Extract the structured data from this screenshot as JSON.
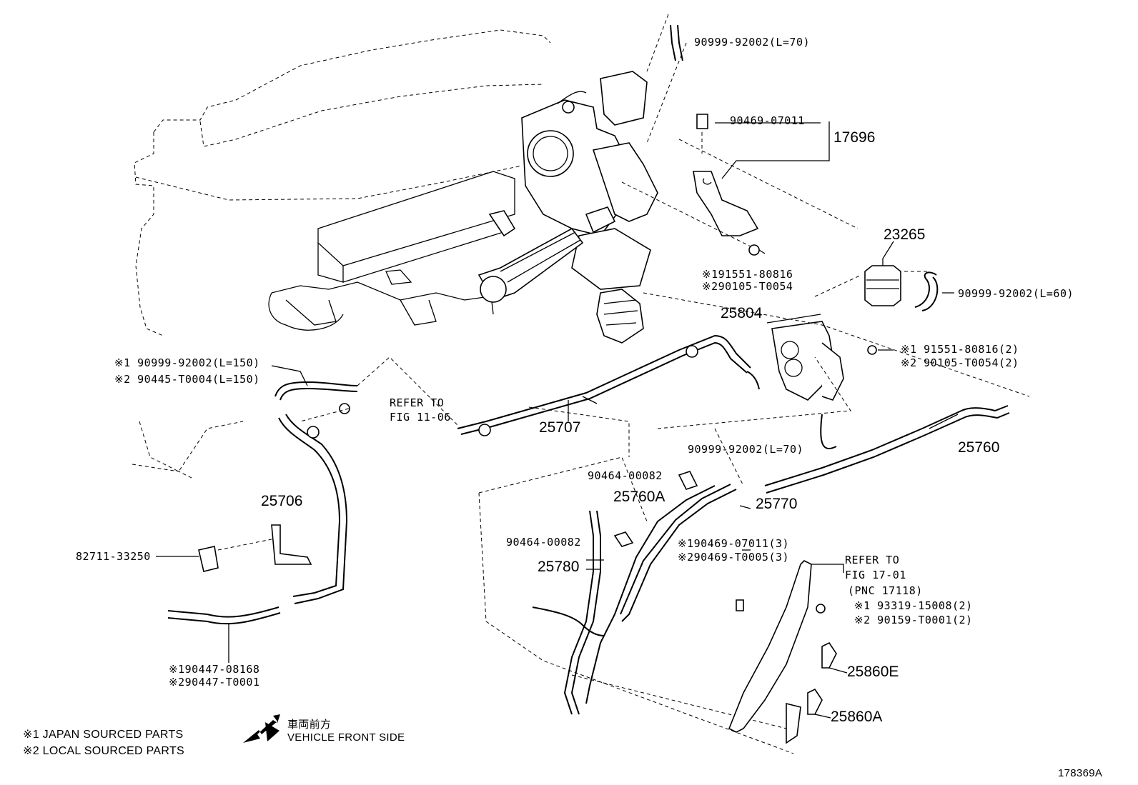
{
  "diagram": {
    "callouts": {
      "hose_top": "90999-92002",
      "hose_top_len": "(L=70)",
      "clamp_a": "90469-07011",
      "bracket_assy": "17696",
      "bolt_a1": "※191551-80816",
      "bolt_a2": "※290105-T0054",
      "filter": "23265",
      "hose_right": "90999-92002",
      "hose_right_len": "(L=60)",
      "vsv": "25804",
      "bolt_b1": "※1 91551-80816(2)",
      "bolt_b2": "※2 90105-T0054(2)",
      "hose_left1": "※1 90999-92002(L=150)",
      "hose_left2": "※2 90445-T0004(L=150)",
      "refer_a1": "REFER TO",
      "refer_a2": "FIG 11-06",
      "pipe_a": "25707",
      "hose_mid": "90999-92002",
      "hose_mid_len": "(L=70)",
      "pipe_b": "25760",
      "clip_a": "90464-00082",
      "pipe_c": "25760A",
      "pipe_d": "25770",
      "pipe_e": "25706",
      "clamp_b1": "※190469-07011(3)",
      "clamp_b2": "※290469-T0005(3)",
      "refer_b1": "REFER TO",
      "refer_b2": "FIG 17-01",
      "refer_b3": "(PNC 17118)",
      "clip_b": "90464-00082",
      "pipe_f": "25780",
      "sensor_bracket": "82711-33250",
      "bolt_c1": "※1 93319-15008(2)",
      "bolt_c2": "※2 90159-T0001(2)",
      "sensor_e": "25860E",
      "sensor_a": "25860A",
      "hose_bottom1": "※190447-08168",
      "hose_bottom2": "※290447-T0001"
    },
    "notes": {
      "note1": "※1 JAPAN SOURCED PARTS",
      "note2": "※2 LOCAL SOURCED PARTS",
      "front_jp": "車両前方",
      "front_en": "VEHICLE FRONT SIDE"
    },
    "figure_id": "178369A"
  }
}
